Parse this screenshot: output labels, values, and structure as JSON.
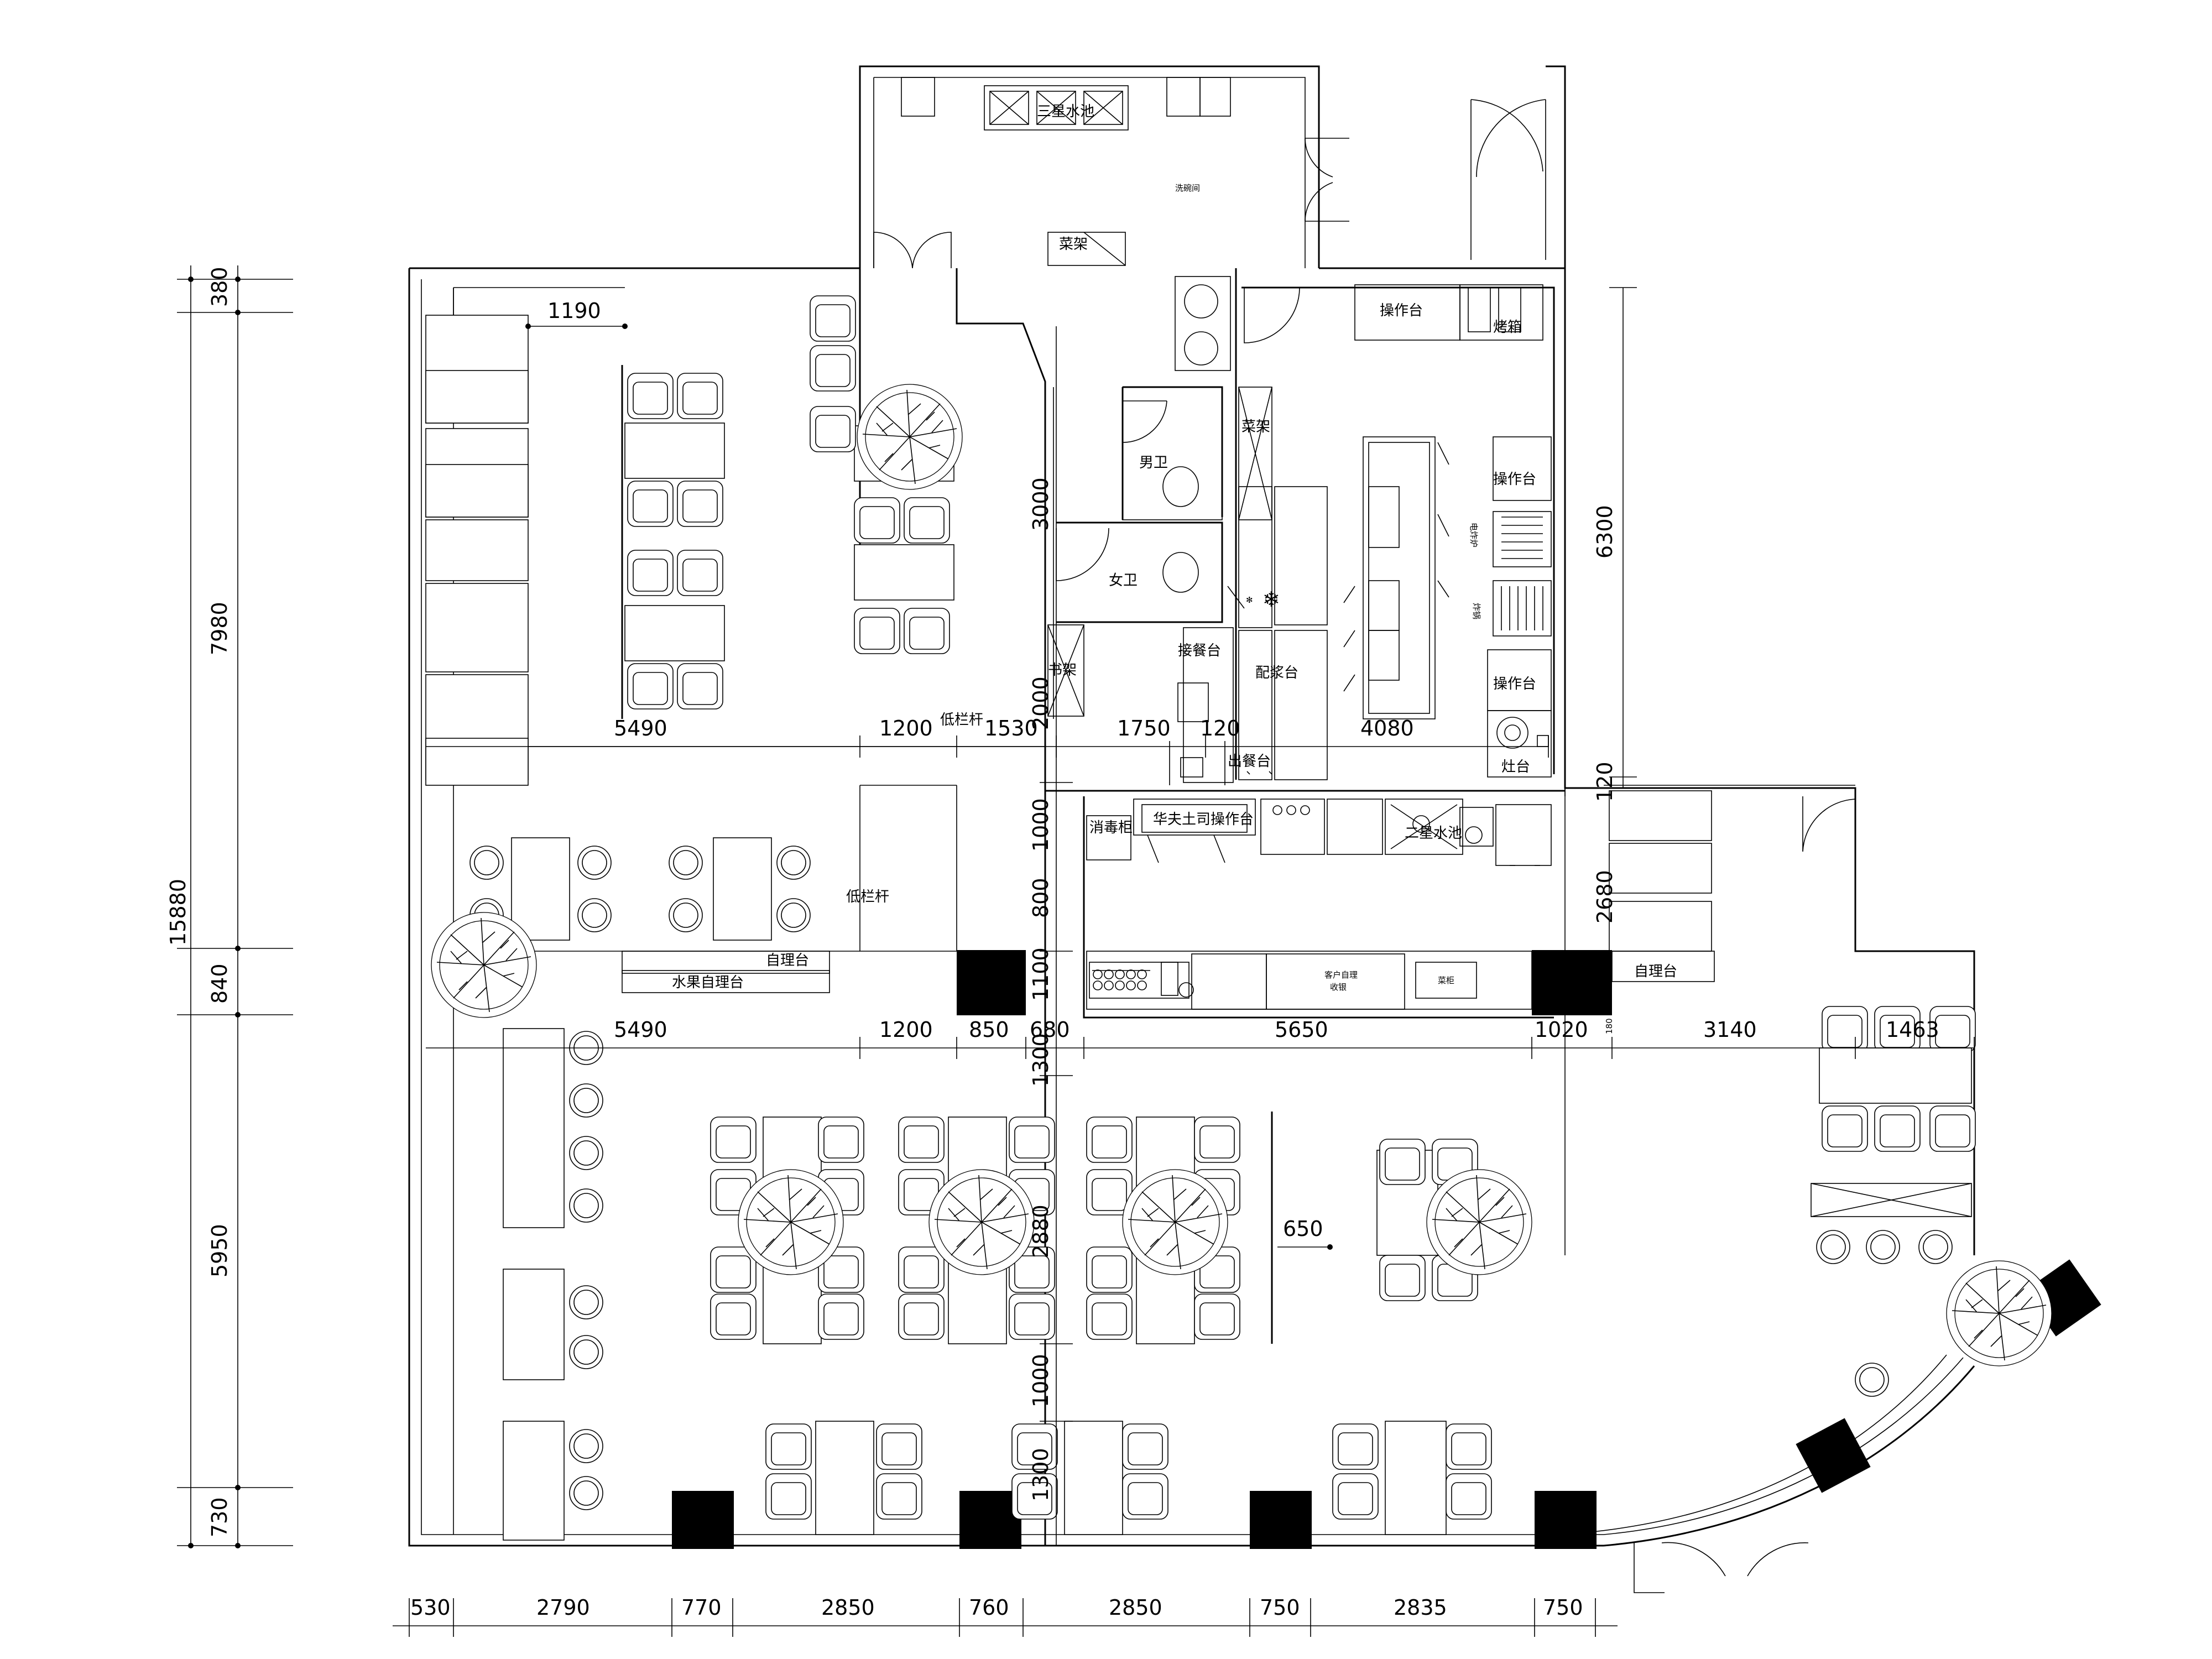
{
  "colors": {
    "background": "#ffffff",
    "line": "#000000",
    "column": "#000000"
  },
  "dims": {
    "left": {
      "d380": "380",
      "d7980": "7980",
      "d15880": "15880",
      "d840": "840",
      "d5950": "5950",
      "d730": "730"
    },
    "bottom": {
      "d530": "530",
      "d2790": "2790",
      "d770": "770",
      "d2850a": "2850",
      "d760": "760",
      "d2850b": "2850",
      "d750a": "750",
      "d2835": "2835",
      "d750b": "750"
    },
    "row1": {
      "d5490": "5490",
      "d1200": "1200",
      "d1530": "1530",
      "d1750": "1750",
      "d120": "120",
      "d4080": "4080"
    },
    "row2": {
      "d5490": "5490",
      "d1200": "1200",
      "d850": "850",
      "d680": "680",
      "d5650": "5650",
      "d1020": "1020",
      "d3140": "3140",
      "d1463": "1463"
    },
    "vertical_mid": {
      "d3000": "3000",
      "d2000": "2000",
      "d1000a": "1000",
      "d800": "800",
      "d1100": "1100",
      "d1300a": "1300",
      "d2880": "2880",
      "d1000b": "1000",
      "d1300b": "1300"
    },
    "right": {
      "d6300": "6300",
      "d120": "120",
      "d2680": "2680",
      "d180": "180"
    },
    "misc": {
      "d1190": "1190",
      "d650": "650"
    }
  },
  "rooms": {
    "washroom_top": "洗碗间",
    "sink_top": "三星水池",
    "shelf_top": "菜架",
    "male_wc": "男卫",
    "female_wc": "女卫",
    "bookshelf": "书架",
    "low_rail_1": "低栏杆",
    "low_rail_2": "低栏杆",
    "receive_counter": "接餐台",
    "sauce_counter": "配浆台",
    "out_counter": "出餐台",
    "shelf_kitchen": "菜架",
    "op_counter_1": "操作台",
    "oven": "烤箱",
    "op_counter_2": "操作台",
    "fryer_1": "电炸炉",
    "fryer_2": "炸锅",
    "op_counter_3": "操作台",
    "stove": "灶台",
    "disinfect": "消毒柜",
    "waffle": "华夫土司操作台",
    "sink_2": "二星水池",
    "self_serve_1": "自理台",
    "fruit_self": "水果自理台",
    "self_serve_2": "自理台",
    "cashier_1": "客户自理",
    "cashier_2": "收银",
    "bar": "菜柜"
  }
}
